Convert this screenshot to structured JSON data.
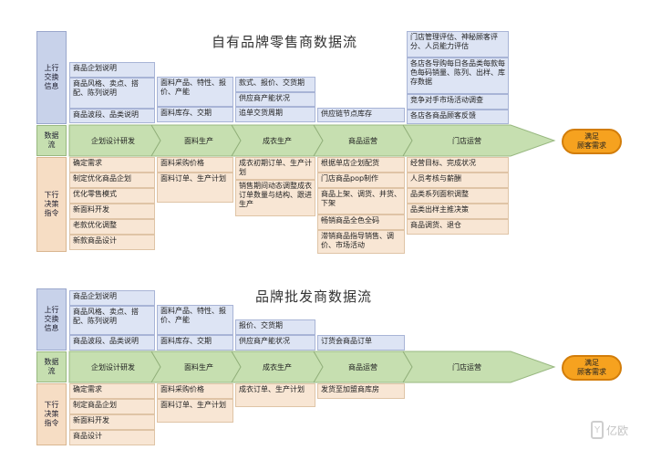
{
  "retail": {
    "title": "自有品牌零售商数据流",
    "side": {
      "up": "上行\n交换\n信息",
      "mid": "数据\n流",
      "down": "下行\n决策\n指令"
    },
    "stages": [
      "企划设计研发",
      "面料生产",
      "成衣生产",
      "商品运营",
      "门店运营"
    ],
    "goal": "满足\n顾客需求",
    "up": [
      [
        "商品企划说明",
        "商品风格、卖点、搭配、陈列说明",
        "商品波段、品类说明"
      ],
      [
        "面料产品、特性、报价、产能",
        "面料库存、交期"
      ],
      [
        "款式、报价、交货期",
        "供应商产能状况",
        "追单交货周期"
      ],
      [
        "供应链节点库存"
      ],
      [
        "门店管理评估、神秘顾客评分、人员能力评估",
        "各店各导购每日各品类每款每色每码销量、陈列、出样、库存数据",
        "竞争对手市场活动调查",
        "各店各商品顾客反馈"
      ]
    ],
    "down": [
      [
        "确定需求",
        "制定优化商品企划",
        "优化零售模式",
        "新面料开发",
        "老款优化调整",
        "新款商品设计"
      ],
      [
        "面料采购价格",
        "面料订单、生产计划"
      ],
      [
        "成衣初期订单、生产计划",
        "销售期间动态调整成衣订单数量与结构、跟进生产"
      ],
      [
        "根据单店企划配货",
        "门店商品pop制作",
        "商品上架、调货、并货、下架",
        "畅销商品全色全码",
        "滞销商品指导销售、调价、市场活动"
      ],
      [
        "经营目标、完成状况",
        "人员考核与薪酬",
        "品类系列面积调整",
        "品类出样主推决策",
        "商品调货、退仓"
      ]
    ]
  },
  "wholesale": {
    "title": "品牌批发商数据流",
    "side": {
      "up": "上行\n交换\n信息",
      "mid": "数据\n流",
      "down": "下行\n决策\n指令"
    },
    "stages": [
      "企划设计研发",
      "面料生产",
      "成衣生产",
      "商品运营",
      "门店运营"
    ],
    "goal": "满足\n顾客需求",
    "up": [
      [
        "商品企划说明",
        "商品风格、卖点、搭配、陈列说明",
        "商品波段、品类说明"
      ],
      [
        "面料产品、特性、报价、产能",
        "面料库存、交期"
      ],
      [
        "报价、交货期",
        "供应商产能状况"
      ],
      [
        "订货会商品订单"
      ]
    ],
    "down": [
      [
        "确定需求",
        "制定商品企划",
        "新面料开发",
        "商品设计"
      ],
      [
        "面料采购价格",
        "面料订单、生产计划"
      ],
      [
        "成衣订单、生产计划"
      ],
      [
        "发货至加盟商库房"
      ]
    ]
  },
  "watermark": {
    "icon": "watermark-logo-icon",
    "text": "亿欧"
  },
  "colors": {
    "up_fill": "#dde4f4",
    "down_fill": "#f8e6d4",
    "band_fill": "#c6dfb0",
    "goal_fill": "#f6a21f"
  }
}
